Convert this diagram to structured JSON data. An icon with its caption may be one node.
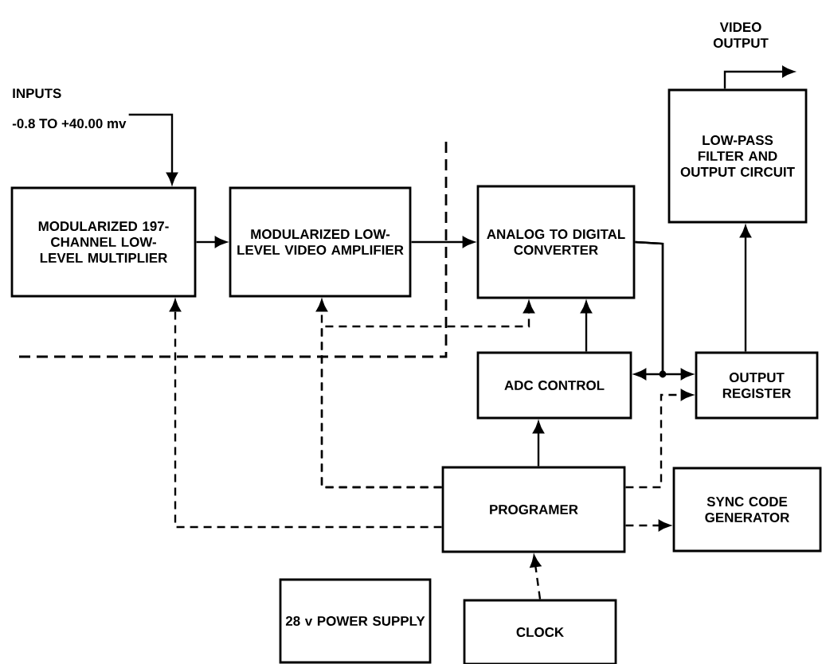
{
  "diagram": {
    "nodes": [
      {
        "text": [
          "MODULARIZED 197-CHANNEL LOW-LEVEL MULTIPLIER"
        ]
      },
      {
        "text": [
          "MODULARIZED LOW-LEVEL VIDEO AMPLIFIER"
        ]
      },
      {
        "text": [
          "ANALOG TO DIGITAL CONVERTER"
        ]
      },
      {
        "text": [
          "LOW-PASS FILTER AND OUTPUT CIRCUIT"
        ]
      },
      {
        "text": [
          "ADC CONTROL"
        ]
      },
      {
        "text": [
          "OUTPUT REGISTER"
        ]
      },
      {
        "text": [
          "PROGRAMER"
        ]
      },
      {
        "text": [
          "SYNC CODE GENERATOR"
        ]
      },
      {
        "text": [
          "28 v POWER SUPPLY"
        ]
      },
      {
        "text": [
          "CLOCK"
        ]
      },
      {
        "text": [
          "INPUTS",
          "-0.8 TO +40.00 mv"
        ]
      }
    ],
    "edges": [
      {
        "from": 10,
        "to": 0,
        "arrow": "to"
      },
      {
        "from": 0,
        "to": 1,
        "arrow": "to"
      },
      {
        "from": 1,
        "to": 2,
        "arrow": "to"
      },
      {
        "from": 2,
        "to": 4,
        "arrow": "to"
      },
      {
        "from": 2,
        "to": 5,
        "arrow": "to"
      },
      {
        "from": 5,
        "to": 3,
        "arrow": "to"
      },
      {
        "from": 4,
        "to": 2,
        "arrow": "to"
      },
      {
        "from": 6,
        "to": 4,
        "arrow": "to"
      },
      {
        "from": 9,
        "to": 6,
        "arrow": "to",
        "style": "dashed"
      },
      {
        "from": 6,
        "to": 7,
        "arrow": "to",
        "style": "dashed"
      },
      {
        "from": 6,
        "to": 5,
        "arrow": "to",
        "style": "dashed"
      },
      {
        "from": 6,
        "to": 1,
        "arrow": "to",
        "style": "dashed"
      },
      {
        "from": 6,
        "to": 2,
        "arrow": "to",
        "style": "dashed"
      },
      {
        "from": 6,
        "to": 0,
        "arrow": "to",
        "style": "dashed"
      },
      {
        "from": 3,
        "to": null,
        "arrow": "to",
        "label": "VIDEO OUTPUT"
      }
    ]
  }
}
